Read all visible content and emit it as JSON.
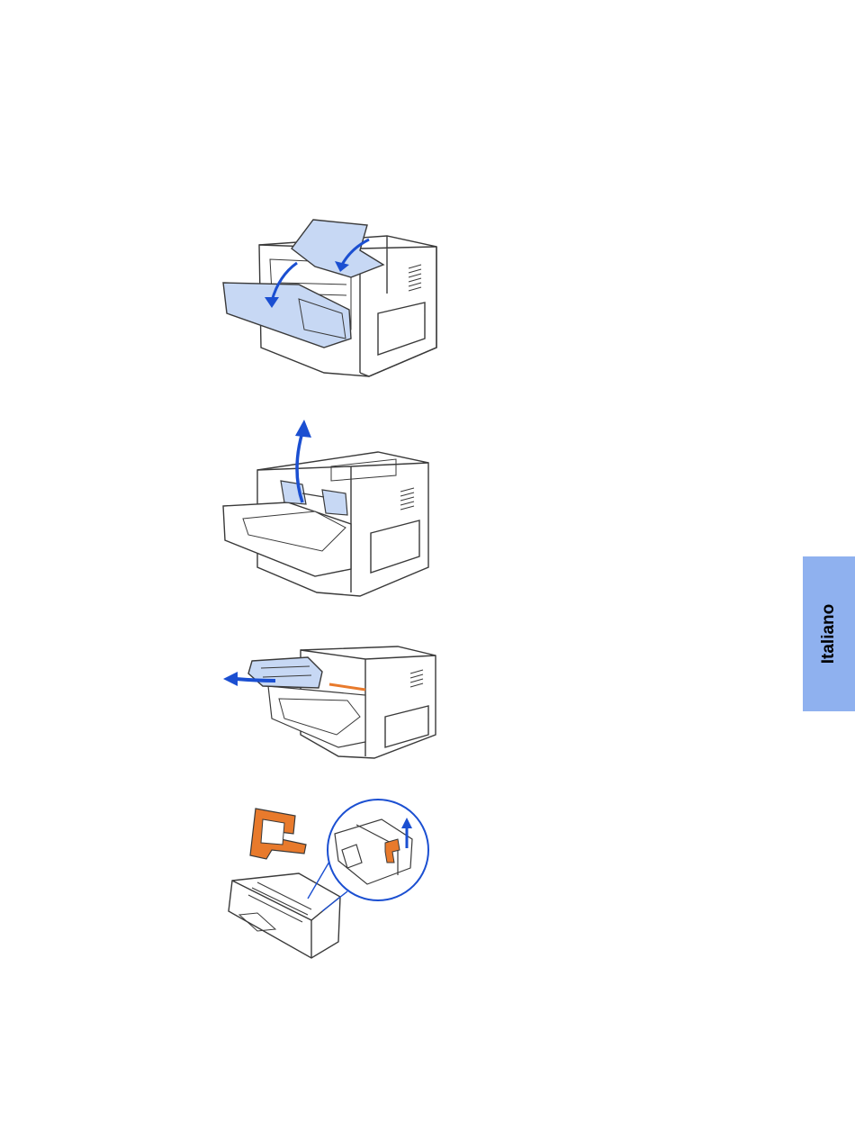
{
  "side_tab": {
    "label": "Italiano",
    "color": "#8fb1ef"
  },
  "figures": [
    {
      "name": "printer-open-door-paper-arrows-illustration"
    },
    {
      "name": "printer-lift-paper-arrow-up-illustration"
    },
    {
      "name": "printer-remove-cartridge-arrow-left-illustration"
    },
    {
      "name": "toner-cartridge-orange-tab-detail-illustration"
    }
  ],
  "colors": {
    "line": "#3a3a3a",
    "paper": "#c7d8f4",
    "arrow": "#1b4fd1",
    "tab": "#e87a2c"
  }
}
